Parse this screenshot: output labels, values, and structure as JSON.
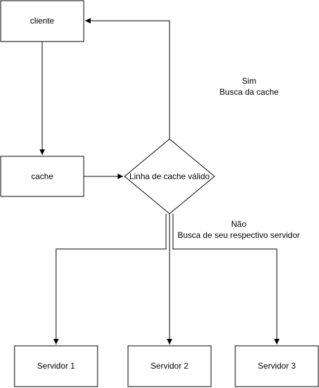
{
  "nodes": {
    "cliente": "cliente",
    "cache": "cache",
    "decision": "Linha de cache válido",
    "servidor1": "Servidor 1",
    "servidor2": "Servidor 2",
    "servidor3": "Servidor 3"
  },
  "labels": {
    "yes_line1": "Sim",
    "yes_line2": "Busca da cache",
    "no_line1": "Não",
    "no_line2": "Busca de seu respectivo servidor"
  }
}
